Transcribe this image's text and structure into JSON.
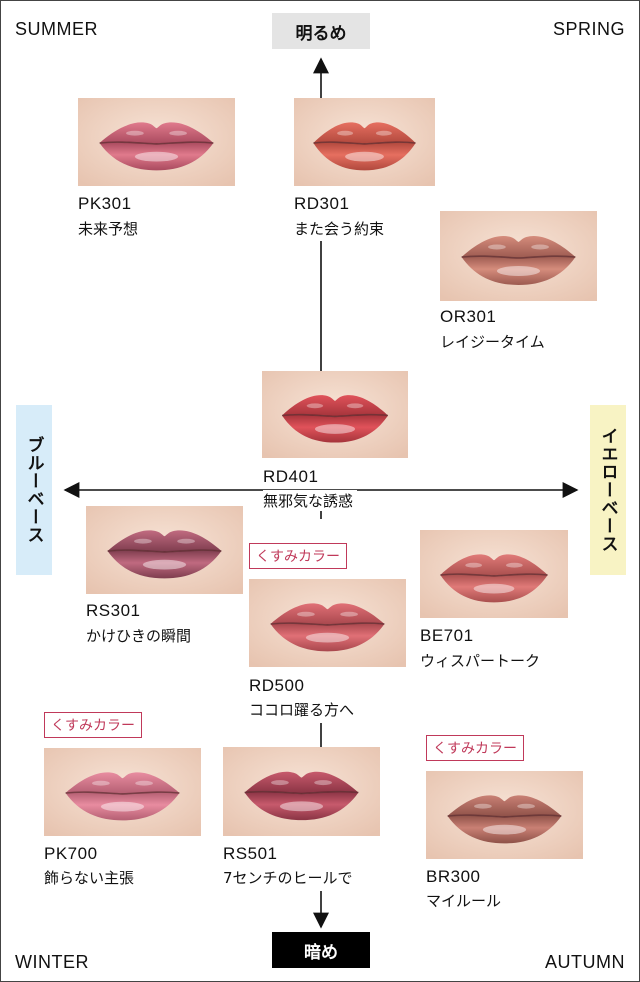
{
  "corners": {
    "top_left": "SUMMER",
    "top_right": "SPRING",
    "bottom_left": "WINTER",
    "bottom_right": "AUTUMN"
  },
  "axis": {
    "top": "明るめ",
    "bottom": "暗め",
    "left": "ブルーベース",
    "right": "イエローベース"
  },
  "tag": "くすみカラー",
  "products": [
    {
      "code": "PK301",
      "name": "未来予想",
      "lip": "#e07a8c",
      "lip_dark": "#a94a5e"
    },
    {
      "code": "RD301",
      "name": "また会う約束",
      "lip": "#e66f60",
      "lip_dark": "#b0483d"
    },
    {
      "code": "OR301",
      "name": "レイジータイム",
      "lip": "#d58c7c",
      "lip_dark": "#9c5a50"
    },
    {
      "code": "RD401",
      "name": "無邪気な誘惑",
      "lip": "#e0525a",
      "lip_dark": "#a5343b"
    },
    {
      "code": "RS301",
      "name": "かけひきの瞬間",
      "lip": "#c06a80",
      "lip_dark": "#7e3d4e"
    },
    {
      "code": "RD500",
      "name": "ココロ躍る方へ",
      "lip": "#e07076",
      "lip_dark": "#a8474d"
    },
    {
      "code": "BE701",
      "name": "ウィスパートーク",
      "lip": "#e07a78",
      "lip_dark": "#a94f4e"
    },
    {
      "code": "PK700",
      "name": "飾らない主張",
      "lip": "#e88ca0",
      "lip_dark": "#b45f72"
    },
    {
      "code": "RS501",
      "name": "7センチのヒールで",
      "lip": "#c75a6c",
      "lip_dark": "#8a3444"
    },
    {
      "code": "BR300",
      "name": "マイルール",
      "lip": "#c98074",
      "lip_dark": "#8e5148"
    }
  ]
}
